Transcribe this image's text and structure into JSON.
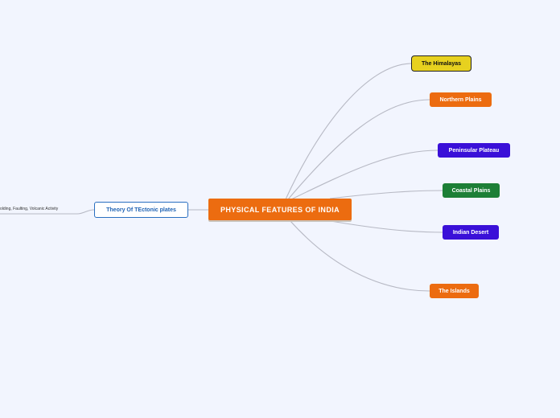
{
  "central_topic": "PHYSICAL FEATURES OF INDIA",
  "branches": [
    {
      "label": "The Himalayas",
      "color": "#e7d11f"
    },
    {
      "label": "Northern Plains",
      "color": "#ec6c10"
    },
    {
      "label": "Peninsular Plateau",
      "color": "#3a10d8"
    },
    {
      "label": "Coastal Plains",
      "color": "#1d7f36"
    },
    {
      "label": "Indian Desert",
      "color": "#3a10d8"
    },
    {
      "label": "The Islands",
      "color": "#ec6c10"
    }
  ],
  "left_branch": {
    "label": "Theory Of TEctonic plates",
    "subtopic": "olding, Faulting, Volcanic Activity",
    "border_color": "#2a6fc0"
  },
  "connector_color": "#b7b9c4"
}
